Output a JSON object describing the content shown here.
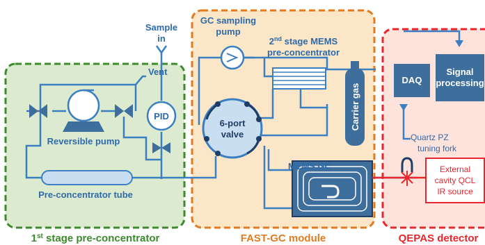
{
  "modules": {
    "preconcentrator": {
      "title_main": "1",
      "title_sup": "st",
      "title_rest": " stage pre-concentrator",
      "color": "#3d8a2e",
      "fill": "#dcebd0"
    },
    "fastgc": {
      "title": "FAST-GC module",
      "color": "#e07b22",
      "fill": "#fbe6c8"
    },
    "qepas": {
      "title": "QEPAS detector",
      "color": "#e8262b",
      "fill": "#fde3dc"
    }
  },
  "labels": {
    "sample_in_1": "Sample",
    "sample_in_2": "in",
    "vent": "Vent",
    "pid": "PID",
    "reversible_pump": "Reversible pump",
    "preconc_tube": "Pre-concentrator tube",
    "gc_pump_1": "GC sampling",
    "gc_pump_2": "pump",
    "mems_pre_1_a": "2",
    "mems_pre_1_sup": "nd",
    "mems_pre_1_b": " stage MEMS",
    "mems_pre_2": "pre-concentrator",
    "valve_1": "6-port",
    "valve_2": "valve",
    "carrier_gas": "Carrier gas",
    "mems_gc": "MEMS GC",
    "daq": "DAQ",
    "signal_1": "Signal",
    "signal_2": "processing",
    "tuning_1": "Quartz PZ",
    "tuning_2": "tuning fork",
    "qcl_1": "External",
    "qcl_2": "cavity QCL",
    "qcl_3": "IR source"
  },
  "colors": {
    "line": "#3a7fc1",
    "component_fill": "#3d6e9c",
    "component_light": "#c9def0",
    "laser": "#e8262b",
    "text_blue": "#2f6aa8"
  }
}
